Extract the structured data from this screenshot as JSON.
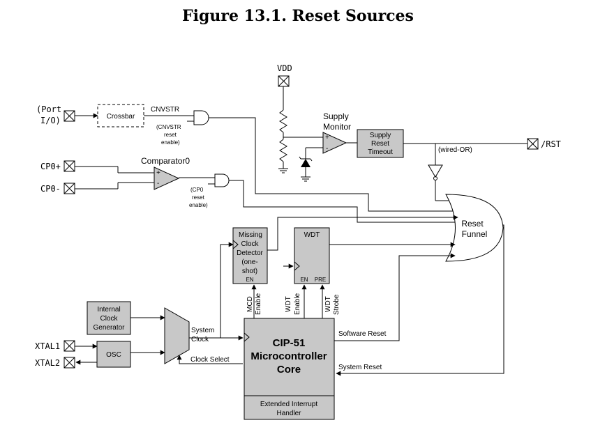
{
  "title": "Figure 13.1. Reset Sources",
  "pins": {
    "vdd": "VDD",
    "port_io": [
      "(Port",
      "I/O)"
    ],
    "cp0_plus": "CP0+",
    "cp0_minus": "CP0-",
    "xtal1": "XTAL1",
    "xtal2": "XTAL2",
    "rst": "/RST"
  },
  "blocks": {
    "crossbar": "Crossbar",
    "supply_monitor": [
      "Supply",
      "Monitor"
    ],
    "supply_reset_timeout": [
      "Supply",
      "Reset",
      "Timeout"
    ],
    "comparator0": "Comparator0",
    "reset_funnel": [
      "Reset",
      "Funnel"
    ],
    "missing_clock_detector": [
      "Missing",
      "Clock",
      "Detector",
      "(one-",
      "shot)"
    ],
    "mcd_en": "EN",
    "wdt": "WDT",
    "wdt_en": "EN",
    "wdt_pre": "PRE",
    "internal_clock_generator": [
      "Internal",
      "Clock",
      "Generator"
    ],
    "osc": "OSC",
    "core": [
      "CIP-51",
      "Microcontroller",
      "Core"
    ],
    "extended_interrupt_handler": [
      "Extended Interrupt",
      "Handler"
    ]
  },
  "signals": {
    "cnvstr": "CNVSTR",
    "cnvstr_enable": [
      "(CNVSTR",
      "reset",
      "enable)"
    ],
    "cp0_enable": [
      "(CP0",
      "reset",
      "enable)"
    ],
    "wired_or": "(wired-OR)",
    "mcd_enable": [
      "MCD",
      "Enable"
    ],
    "wdt_enable": [
      "WDT",
      "Enable"
    ],
    "wdt_strobe": [
      "WDT",
      "Strobe"
    ],
    "system_clock": [
      "System",
      "Clock"
    ],
    "clock_select": "Clock Select",
    "software_reset": "Software Reset",
    "system_reset": "System Reset",
    "comp_plus": "+",
    "comp_minus": "-"
  }
}
